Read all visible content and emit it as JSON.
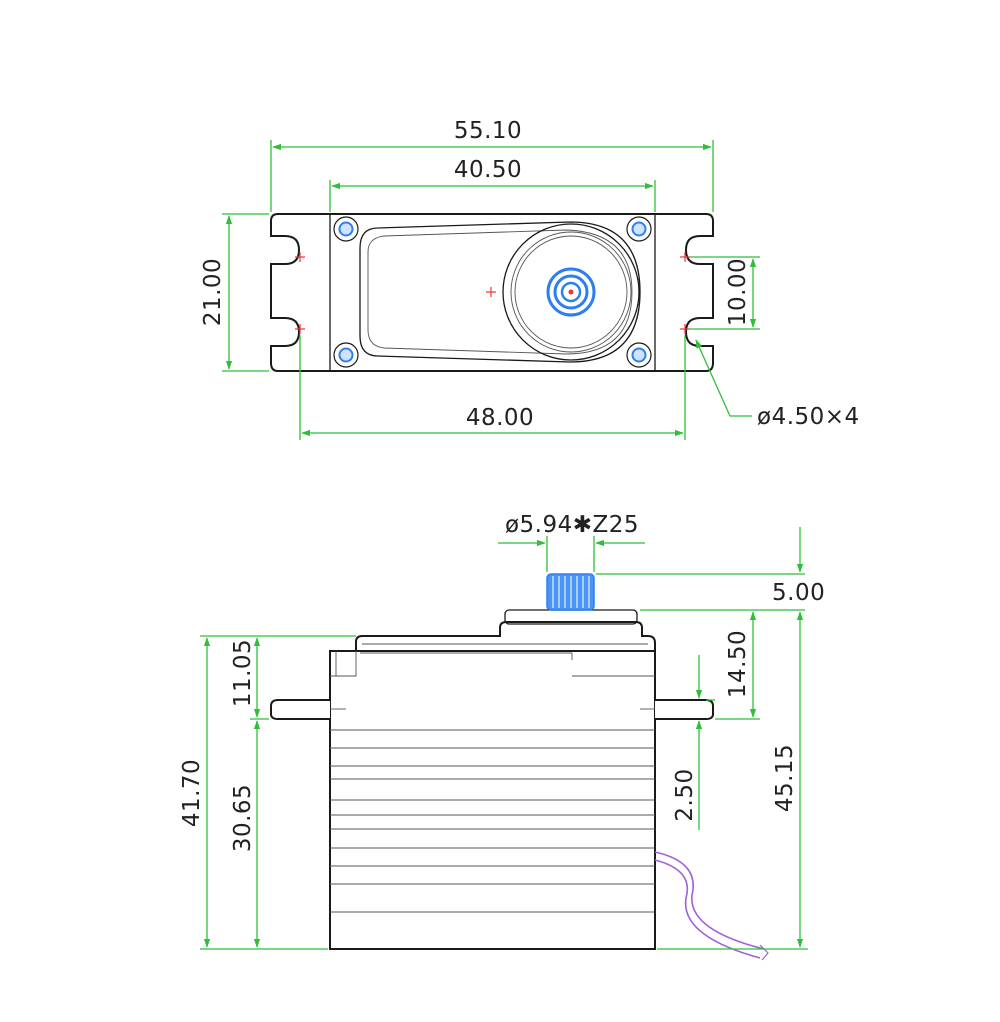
{
  "colors": {
    "dimension": "#2fbf3a",
    "outline": "#1a1a1a",
    "center_mark": "#e33",
    "spline": "#2d7ff0",
    "screw": "#2d7ff0",
    "wire": "#a060d8",
    "text": "#222222"
  },
  "top_view": {
    "dims": {
      "overall_length": "55.10",
      "body_length": "40.50",
      "width": "21.00",
      "hole_spacing_vertical": "10.00",
      "hole_spacing_horizontal": "48.00",
      "hole_diameter": "ø4.50×4"
    }
  },
  "side_view": {
    "dims": {
      "spline": "ø5.94✱Z25",
      "spline_height": "5.00",
      "top_to_tab": "11.05",
      "body_height": "41.70",
      "below_tab": "30.65",
      "hub_to_tab": "14.50",
      "tab_thickness": "2.50",
      "overall_height": "45.15"
    }
  }
}
